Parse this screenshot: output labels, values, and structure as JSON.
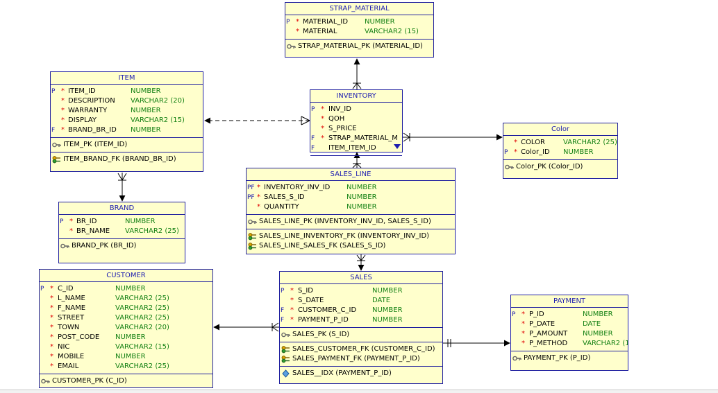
{
  "entities": {
    "strap_material": {
      "title": "STRAP_MATERIAL",
      "columns": [
        {
          "flag": "P",
          "req": "*",
          "name": "MATERIAL_ID",
          "type": "NUMBER"
        },
        {
          "flag": "",
          "req": "*",
          "name": "MATERIAL",
          "type": "VARCHAR2 (15)"
        }
      ],
      "pks": [
        "STRAP_MATERIAL_PK (MATERIAL_ID)"
      ]
    },
    "item": {
      "title": "ITEM",
      "columns": [
        {
          "flag": "P",
          "req": "*",
          "name": "ITEM_ID",
          "type": "NUMBER"
        },
        {
          "flag": "",
          "req": "*",
          "name": "DESCRIPTION",
          "type": "VARCHAR2 (20)"
        },
        {
          "flag": "",
          "req": "*",
          "name": "WARRANTY",
          "type": "NUMBER"
        },
        {
          "flag": "",
          "req": "*",
          "name": "DISPLAY",
          "type": "VARCHAR2 (15)"
        },
        {
          "flag": "F",
          "req": "*",
          "name": "BRAND_BR_ID",
          "type": "NUMBER"
        }
      ],
      "pks": [
        "ITEM_PK (ITEM_ID)"
      ],
      "fks": [
        "ITEM_BRAND_FK (BRAND_BR_ID)"
      ]
    },
    "inventory": {
      "title": "INVENTORY",
      "columns": [
        {
          "flag": "P",
          "req": "*",
          "name": "INV_ID",
          "type": ""
        },
        {
          "flag": "",
          "req": "*",
          "name": "QOH",
          "type": ""
        },
        {
          "flag": "",
          "req": "*",
          "name": "S_PRICE",
          "type": ""
        },
        {
          "flag": "F",
          "req": "*",
          "name": "STRAP_MATERIAL_M",
          "type": ""
        },
        {
          "flag": "F",
          "req": "",
          "name": "ITEM_ITEM_ID",
          "type": ""
        }
      ]
    },
    "color": {
      "title": "Color",
      "columns": [
        {
          "flag": "",
          "req": "*",
          "name": "COLOR",
          "type": "VARCHAR2 (25)"
        },
        {
          "flag": "P",
          "req": "*",
          "name": "Color_ID",
          "type": "NUMBER"
        }
      ],
      "pks": [
        "Color_PK (Color_ID)"
      ]
    },
    "sales_line": {
      "title": "SALES_LINE",
      "columns": [
        {
          "flag": "PF",
          "req": "*",
          "name": "INVENTORY_INV_ID",
          "type": "NUMBER"
        },
        {
          "flag": "PF",
          "req": "*",
          "name": "SALES_S_ID",
          "type": "NUMBER"
        },
        {
          "flag": "",
          "req": "*",
          "name": "QUANTITY",
          "type": "NUMBER"
        }
      ],
      "pks": [
        "SALES_LINE_PK (INVENTORY_INV_ID, SALES_S_ID)"
      ],
      "fks": [
        "SALES_LINE_INVENTORY_FK (INVENTORY_INV_ID)",
        "SALES_LINE_SALES_FK (SALES_S_ID)"
      ]
    },
    "brand": {
      "title": "BRAND",
      "columns": [
        {
          "flag": "P",
          "req": "*",
          "name": "BR_ID",
          "type": "NUMBER"
        },
        {
          "flag": "",
          "req": "*",
          "name": "BR_NAME",
          "type": "VARCHAR2 (25)"
        }
      ],
      "pks": [
        "BRAND_PK (BR_ID)"
      ]
    },
    "customer": {
      "title": "CUSTOMER",
      "columns": [
        {
          "flag": "P",
          "req": "*",
          "name": "C_ID",
          "type": "NUMBER"
        },
        {
          "flag": "",
          "req": "*",
          "name": "L_NAME",
          "type": "VARCHAR2 (25)"
        },
        {
          "flag": "",
          "req": "*",
          "name": "F_NAME",
          "type": "VARCHAR2 (25)"
        },
        {
          "flag": "",
          "req": "*",
          "name": "STREET",
          "type": "VARCHAR2 (25)"
        },
        {
          "flag": "",
          "req": "*",
          "name": "TOWN",
          "type": "VARCHAR2 (20)"
        },
        {
          "flag": "",
          "req": "*",
          "name": "POST_CODE",
          "type": "NUMBER"
        },
        {
          "flag": "",
          "req": "*",
          "name": "NIC",
          "type": "VARCHAR2 (15)"
        },
        {
          "flag": "",
          "req": "*",
          "name": "MOBILE",
          "type": "NUMBER"
        },
        {
          "flag": "",
          "req": "*",
          "name": "EMAIL",
          "type": "VARCHAR2 (25)"
        }
      ],
      "pks": [
        "CUSTOMER_PK (C_ID)"
      ]
    },
    "sales": {
      "title": "SALES",
      "columns": [
        {
          "flag": "P",
          "req": "*",
          "name": "S_ID",
          "type": "NUMBER"
        },
        {
          "flag": "",
          "req": "*",
          "name": "S_DATE",
          "type": "DATE"
        },
        {
          "flag": "F",
          "req": "*",
          "name": "CUSTOMER_C_ID",
          "type": "NUMBER"
        },
        {
          "flag": "F",
          "req": "*",
          "name": "PAYMENT_P_ID",
          "type": "NUMBER"
        }
      ],
      "pks": [
        "SALES_PK (S_ID)"
      ],
      "fks": [
        "SALES_CUSTOMER_FK (CUSTOMER_C_ID)",
        "SALES_PAYMENT_FK (PAYMENT_P_ID)"
      ],
      "idx": [
        "SALES__IDX (PAYMENT_P_ID)"
      ]
    },
    "payment": {
      "title": "PAYMENT",
      "columns": [
        {
          "flag": "P",
          "req": "*",
          "name": "P_ID",
          "type": "NUMBER"
        },
        {
          "flag": "",
          "req": "*",
          "name": "P_DATE",
          "type": "DATE"
        },
        {
          "flag": "",
          "req": "*",
          "name": "P_AMOUNT",
          "type": "NUMBER"
        },
        {
          "flag": "",
          "req": "*",
          "name": "P_METHOD",
          "type": "VARCHAR2 (1"
        }
      ],
      "pks": [
        "PAYMENT_PK (P_ID)"
      ]
    }
  },
  "icons": {
    "pk": "key-icon",
    "fk": "foreign-key-icon",
    "idx": "index-diamond-icon",
    "scroll": "scroll-down-arrow-icon"
  },
  "colors": {
    "entity_fill": "#ffffcc",
    "entity_border": "#1f1f9f",
    "title_text": "#1d1db0",
    "required_marker": "#e00000",
    "type_text": "#138013"
  }
}
